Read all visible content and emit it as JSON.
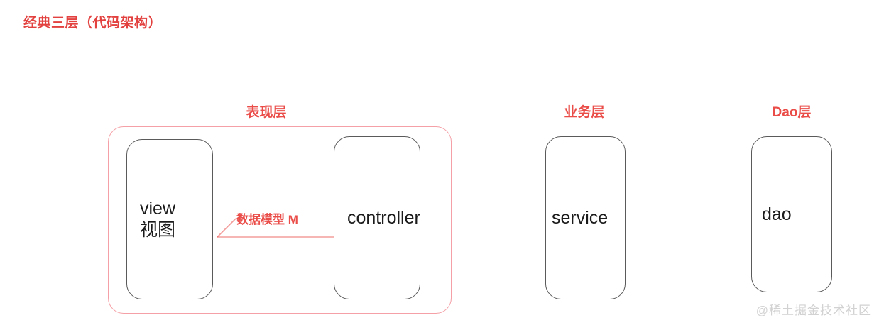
{
  "page": {
    "title": "经典三层（代码架构）",
    "title_color": "#e2413f",
    "background": "#ffffff",
    "watermark": "@稀土掘金技术社区"
  },
  "captions": {
    "presentation": "表现层",
    "business": "业务层",
    "dao": "Dao层",
    "color": "#ea4c48"
  },
  "containers": {
    "presentation_layer": {
      "border_color": "#f4a0a6",
      "shape": "rounded-rectangle"
    }
  },
  "boxes": {
    "view": {
      "label_en": "view",
      "label_cn": "视图",
      "border_color": "#5a5a5a",
      "fill": "#ffffff"
    },
    "controller": {
      "label_en": "controller",
      "border_color": "#5a5a5a",
      "fill": "#ffffff"
    },
    "service": {
      "label_en": "service",
      "border_color": "#5a5a5a",
      "fill": "#ffffff"
    },
    "dao": {
      "label_en": "dao",
      "border_color": "#5a5a5a",
      "fill": "#ffffff"
    }
  },
  "arrows": {
    "data_model": {
      "label": "数据模型 M",
      "color": "#ea4c48",
      "from": "controller",
      "to": "view",
      "direction": "left"
    }
  }
}
